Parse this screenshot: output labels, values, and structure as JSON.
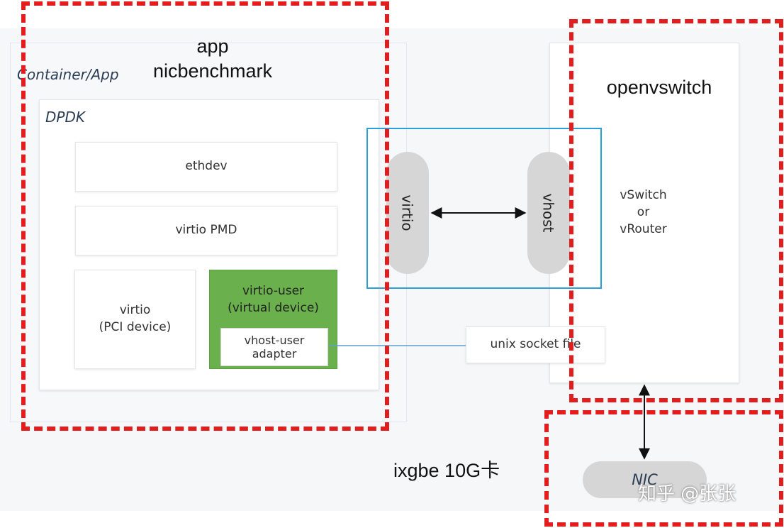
{
  "container": {
    "label": "Container/App"
  },
  "dpdk": {
    "label": "DPDK"
  },
  "app": {
    "line1": "app",
    "line2": "nicbenchmark"
  },
  "blocks": {
    "ethdev": "ethdev",
    "virtio_pmd": "virtio PMD",
    "virtio_pci": "virtio\n(PCI device)",
    "virtio_user": "virtio-user\n(virtual device)",
    "vhost_user_adapter": "vhost-user\nadapter"
  },
  "pills": {
    "virtio": "virtio",
    "vhost": "vhost",
    "nic": "NIC"
  },
  "ovs": {
    "title": "openvswitch",
    "desc": "vSwitch\nor\nvRouter"
  },
  "socket": {
    "label": "unix socket file"
  },
  "nic_label": "ixgbe 10G卡",
  "watermark": "知乎 @张张",
  "colors": {
    "red_dash": "#e31d1d",
    "blue_frame": "#2a9fd8",
    "green_block": "#6ab04c",
    "pill_gray": "#d6d6d6"
  }
}
